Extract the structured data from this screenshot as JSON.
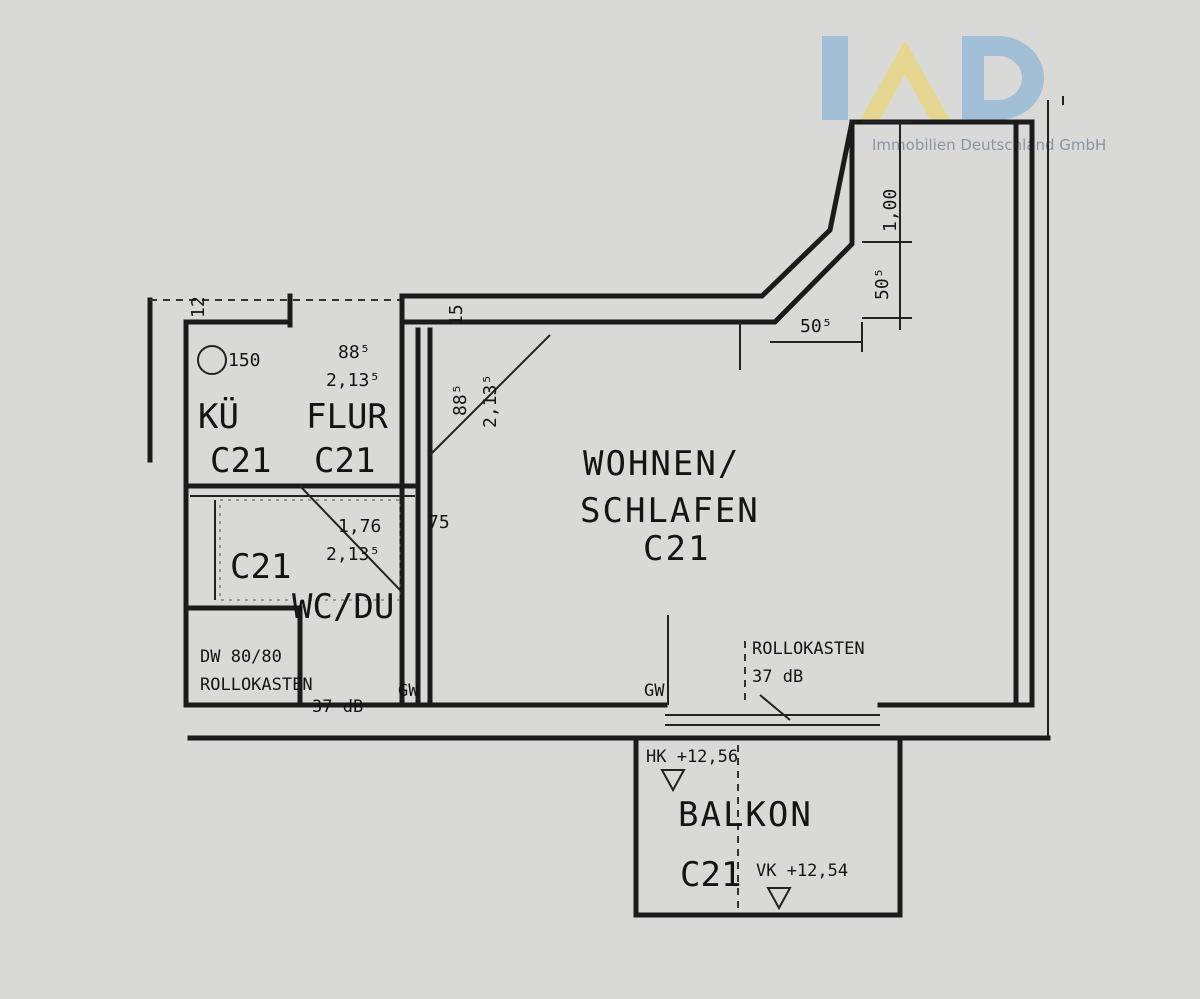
{
  "logo": {
    "mark": "IAD",
    "company": "Immobilien Deutschland GmbH",
    "colors": {
      "blue": "#8fb6d6",
      "yellow": "#e9d77a"
    }
  },
  "rooms": {
    "kueche": {
      "name": "KÜ",
      "code": "C21"
    },
    "flur": {
      "name": "FLUR",
      "code": "C21"
    },
    "bad": {
      "code": "C21"
    },
    "wc": {
      "name": "WC/DU"
    },
    "wohnen": {
      "line1": "WOHNEN/",
      "line2": "SCHLAFEN",
      "code": "C21"
    },
    "balkon": {
      "name": "BALKON",
      "code": "C21"
    }
  },
  "dimensions": {
    "d_100": "1,00",
    "d_50_5_v": "50⁵",
    "d_50_5_h": "50⁵",
    "d_88_5_a": "88⁵",
    "d_2135_a": "2,13⁵",
    "d_88_5_b": "88⁵",
    "d_2135_b": "2,13⁵",
    "d_176": "1,76",
    "d_2135_c": "2,13⁵",
    "d_12": "12",
    "d_15": "15",
    "d_75": "75"
  },
  "notes": {
    "rollokasten_right": "ROLLOKASTEN",
    "db_right": "37 dB",
    "dw": "DW 80/80",
    "rollokasten_left": "ROLLOKASTEN",
    "db_left": "37 dB",
    "gw_left": "GW",
    "gw_right": "GW",
    "hk": "HK +12,56",
    "vk": "VK +12,54",
    "symbol_150": "150"
  }
}
